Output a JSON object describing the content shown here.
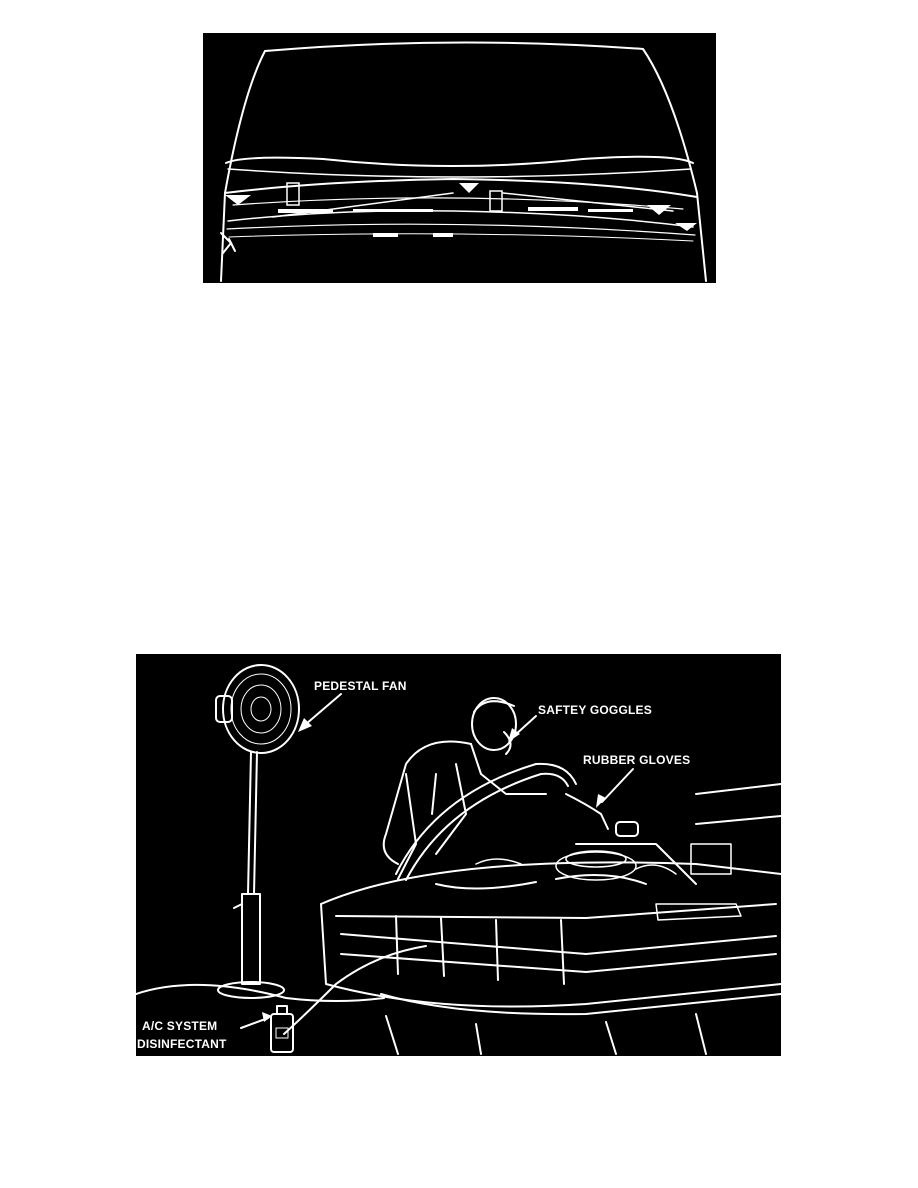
{
  "figures": {
    "windshield_cowl": {},
    "ac_disinfect": {
      "labels": {
        "pedestal_fan": "PEDESTAL FAN",
        "safety_goggles": "SAFTEY GOGGLES",
        "rubber_gloves": "RUBBER GLOVES",
        "disinfectant_line1": "A/C SYSTEM",
        "disinfectant_line2": "DISINFECTANT"
      }
    }
  }
}
